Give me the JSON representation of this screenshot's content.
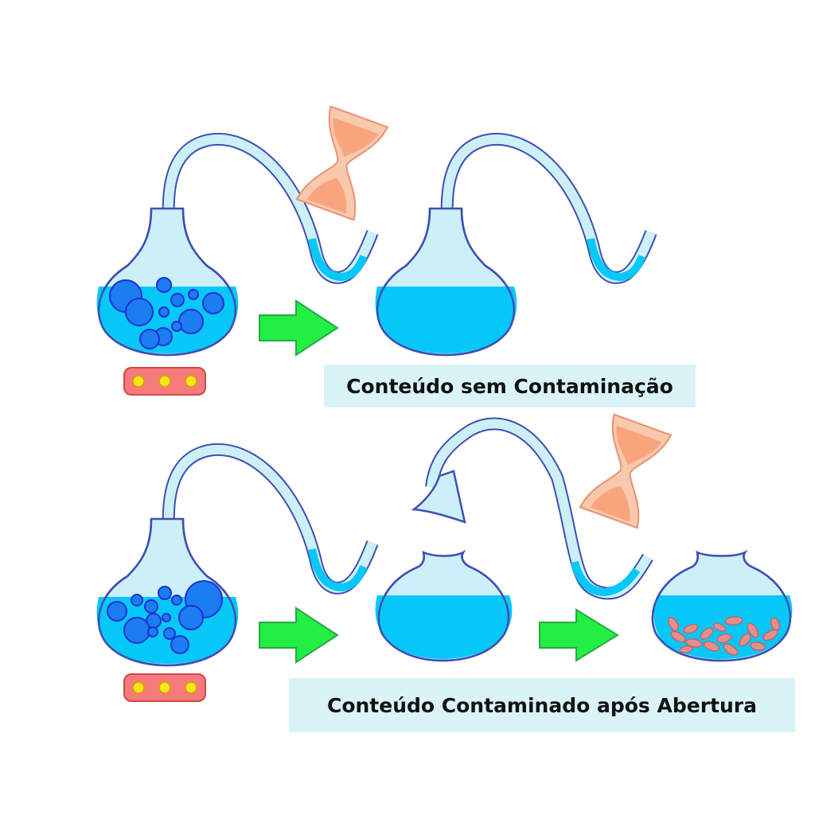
{
  "captions": {
    "top": "Conteúdo sem Contaminação",
    "bottom": "Conteúdo Contaminado após Abertura"
  },
  "colors": {
    "glass_fill": "#cdf0f8",
    "glass_stroke": "#3f4fb3",
    "liquid": "#06c8f8",
    "bubble_fill": "#1a7df0",
    "bubble_stroke": "#1f2fd8",
    "arrow": "#22ee44",
    "arrow_stroke": "#27a84a",
    "hourglass": "#f8b08e",
    "heater": "#f57a7a",
    "heater_light": "#f8e417",
    "microbe": "#e48f8f"
  },
  "icons": [
    "swan-neck-flask",
    "hourglass-icon",
    "heater-icon",
    "arrow-right-icon",
    "broken-neck-icon",
    "microbe-icon"
  ]
}
